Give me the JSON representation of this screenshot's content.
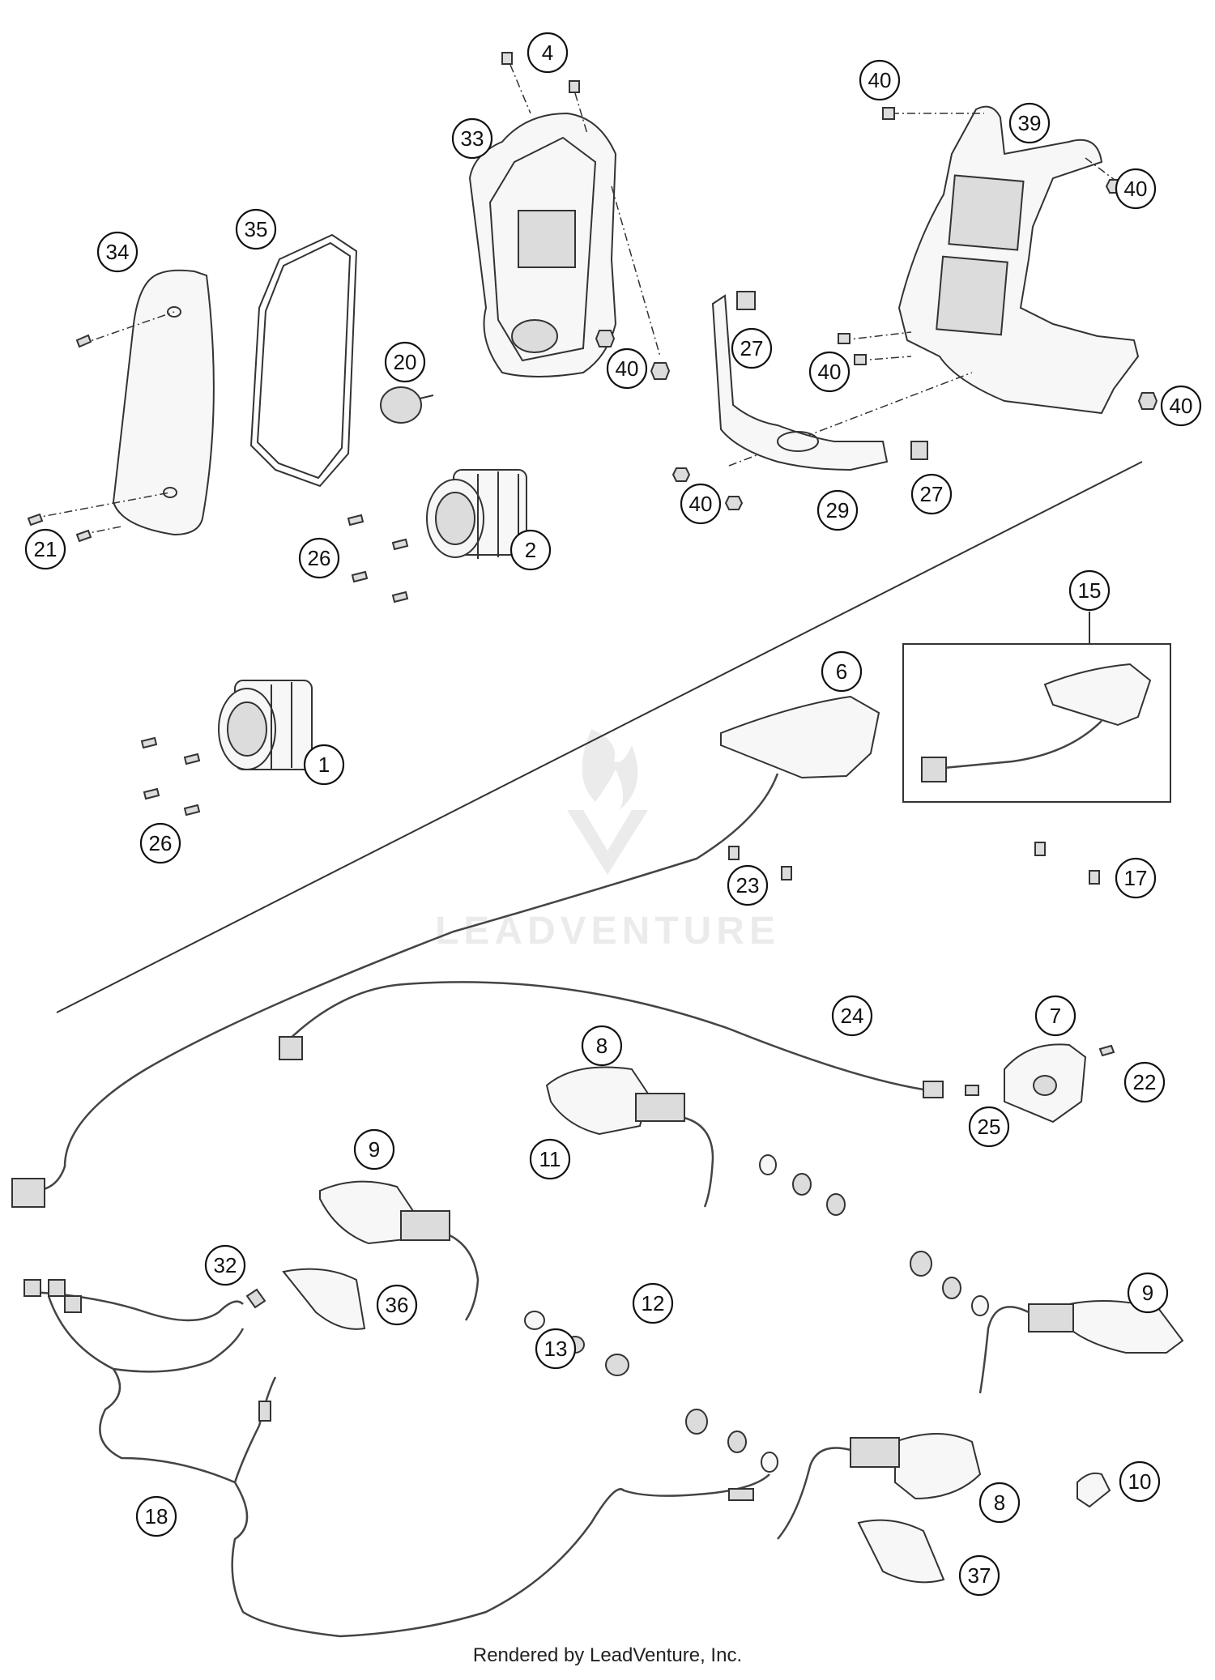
{
  "diagram": {
    "watermark": "LEADVENTURE",
    "footer": "Rendered by LeadVenture, Inc.",
    "callouts": [
      "4",
      "33",
      "40",
      "39",
      "40",
      "35",
      "34",
      "20",
      "40",
      "27",
      "40",
      "40",
      "21",
      "26",
      "2",
      "40",
      "29",
      "27",
      "15",
      "6",
      "1",
      "26",
      "23",
      "17",
      "24",
      "7",
      "8",
      "22",
      "25",
      "9",
      "11",
      "32",
      "12",
      "36",
      "13",
      "9",
      "18",
      "10",
      "8",
      "37"
    ]
  }
}
